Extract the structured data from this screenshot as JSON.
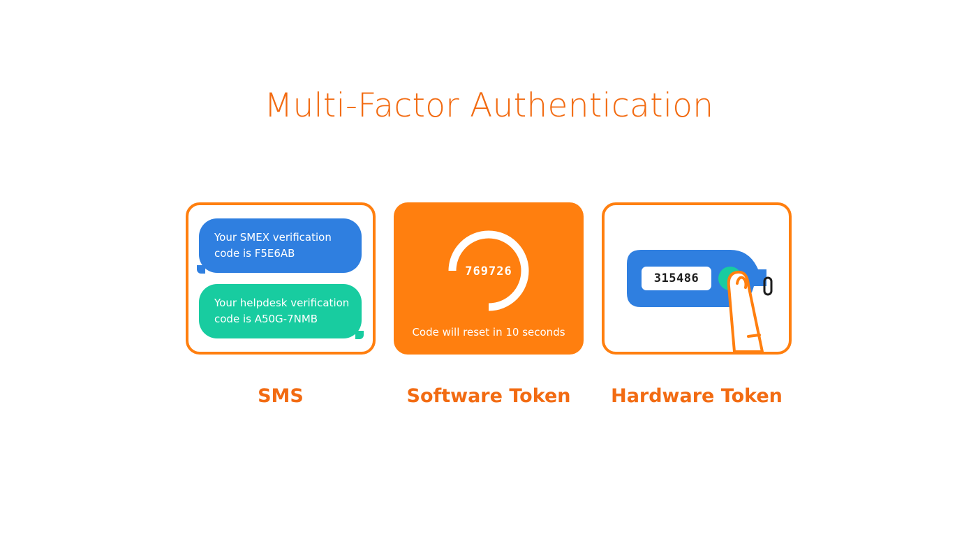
{
  "title": "Multi-Factor Authentication",
  "colors": {
    "accent": "#ff7f0f",
    "title": "#f26b12",
    "sms_blue": "#2f7fe0",
    "sms_green": "#18cca0"
  },
  "sms": {
    "label": "SMS",
    "messages": [
      {
        "text": "Your SMEX verification\ncode is F5E6AB",
        "color": "#2f7fe0"
      },
      {
        "text": "Your helpdesk verification\ncode is A50G-7NMB",
        "color": "#18cca0"
      }
    ]
  },
  "software_token": {
    "label": "Software Token",
    "code": "769726",
    "reset_text": "Code will reset in 10 seconds",
    "timer_remaining_fraction": 0.75
  },
  "hardware_token": {
    "label": "Hardware Token",
    "code": "315486",
    "icons": [
      "key-fob-icon",
      "finger-icon",
      "key-ring-icon"
    ]
  }
}
